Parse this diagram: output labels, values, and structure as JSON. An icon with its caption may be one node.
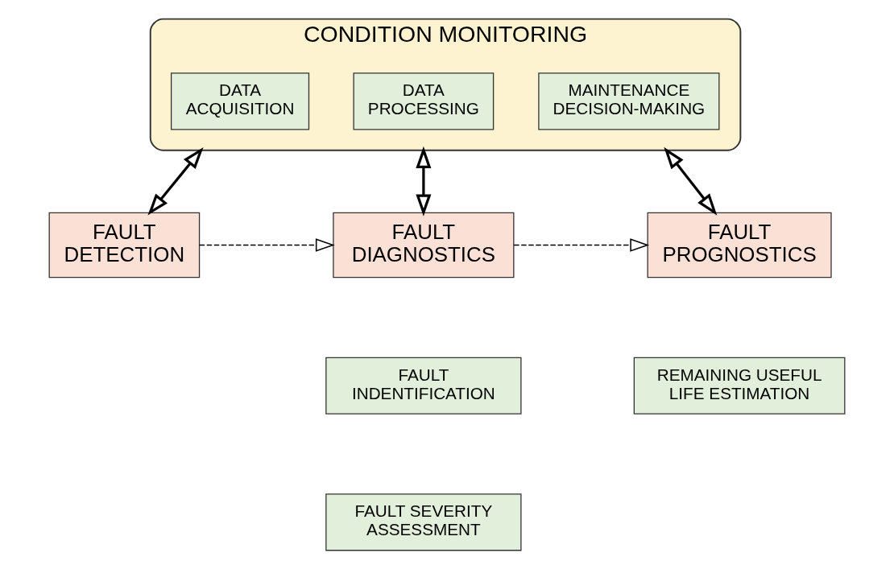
{
  "diagram": {
    "nodes": [
      {
        "text": [
          "CONDITION MONITORING"
        ]
      },
      {
        "text": [
          "DATA ACQUISITION"
        ],
        "in": 0
      },
      {
        "text": [
          "DATA PROCESSING"
        ],
        "in": 0
      },
      {
        "text": [
          "MAINTENANCE DECISION-MAKING"
        ],
        "in": 0
      },
      {
        "text": [
          "FAULT DETECTION"
        ]
      },
      {
        "text": [
          "FAULT DIAGNOSTICS"
        ]
      },
      {
        "text": [
          "FAULT INDENTIFICATION"
        ]
      },
      {
        "text": [
          "FAULT SEVERITY ASSESSMENT"
        ]
      },
      {
        "text": [
          "FAULT PROGNOSTICS"
        ]
      },
      {
        "text": [
          "REMAINING USEFUL LIFE ESTIMATION"
        ]
      }
    ],
    "edges": [
      {
        "from": 0,
        "to": 4,
        "arrow": "both"
      },
      {
        "from": 0,
        "to": 5,
        "arrow": "both"
      },
      {
        "from": 0,
        "to": 8,
        "arrow": "both"
      },
      {
        "from": 4,
        "to": 5,
        "arrow": "to",
        "style": "dashed"
      },
      {
        "from": 5,
        "to": 8,
        "arrow": "to",
        "style": "dashed"
      }
    ]
  }
}
